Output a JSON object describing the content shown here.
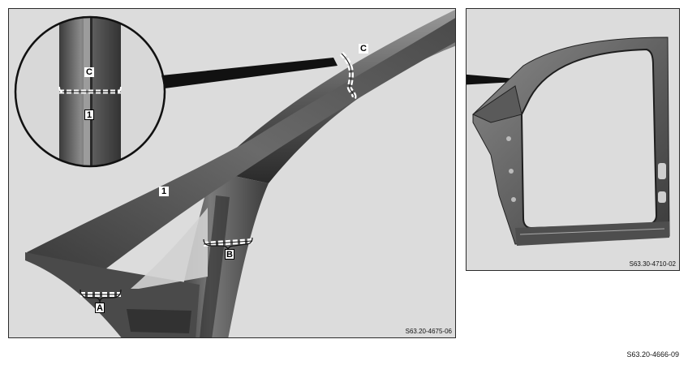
{
  "main_figure": {
    "reference": "S63.20-4675-06",
    "labels": {
      "part_1_large": "1",
      "part_1_inset": "1",
      "seam_a": "A",
      "seam_b": "B",
      "seam_c": "C",
      "seam_c_inset": "C"
    }
  },
  "overview_figure": {
    "reference": "S63.30-4710-02"
  },
  "page_reference": "S63.20-4666-09"
}
